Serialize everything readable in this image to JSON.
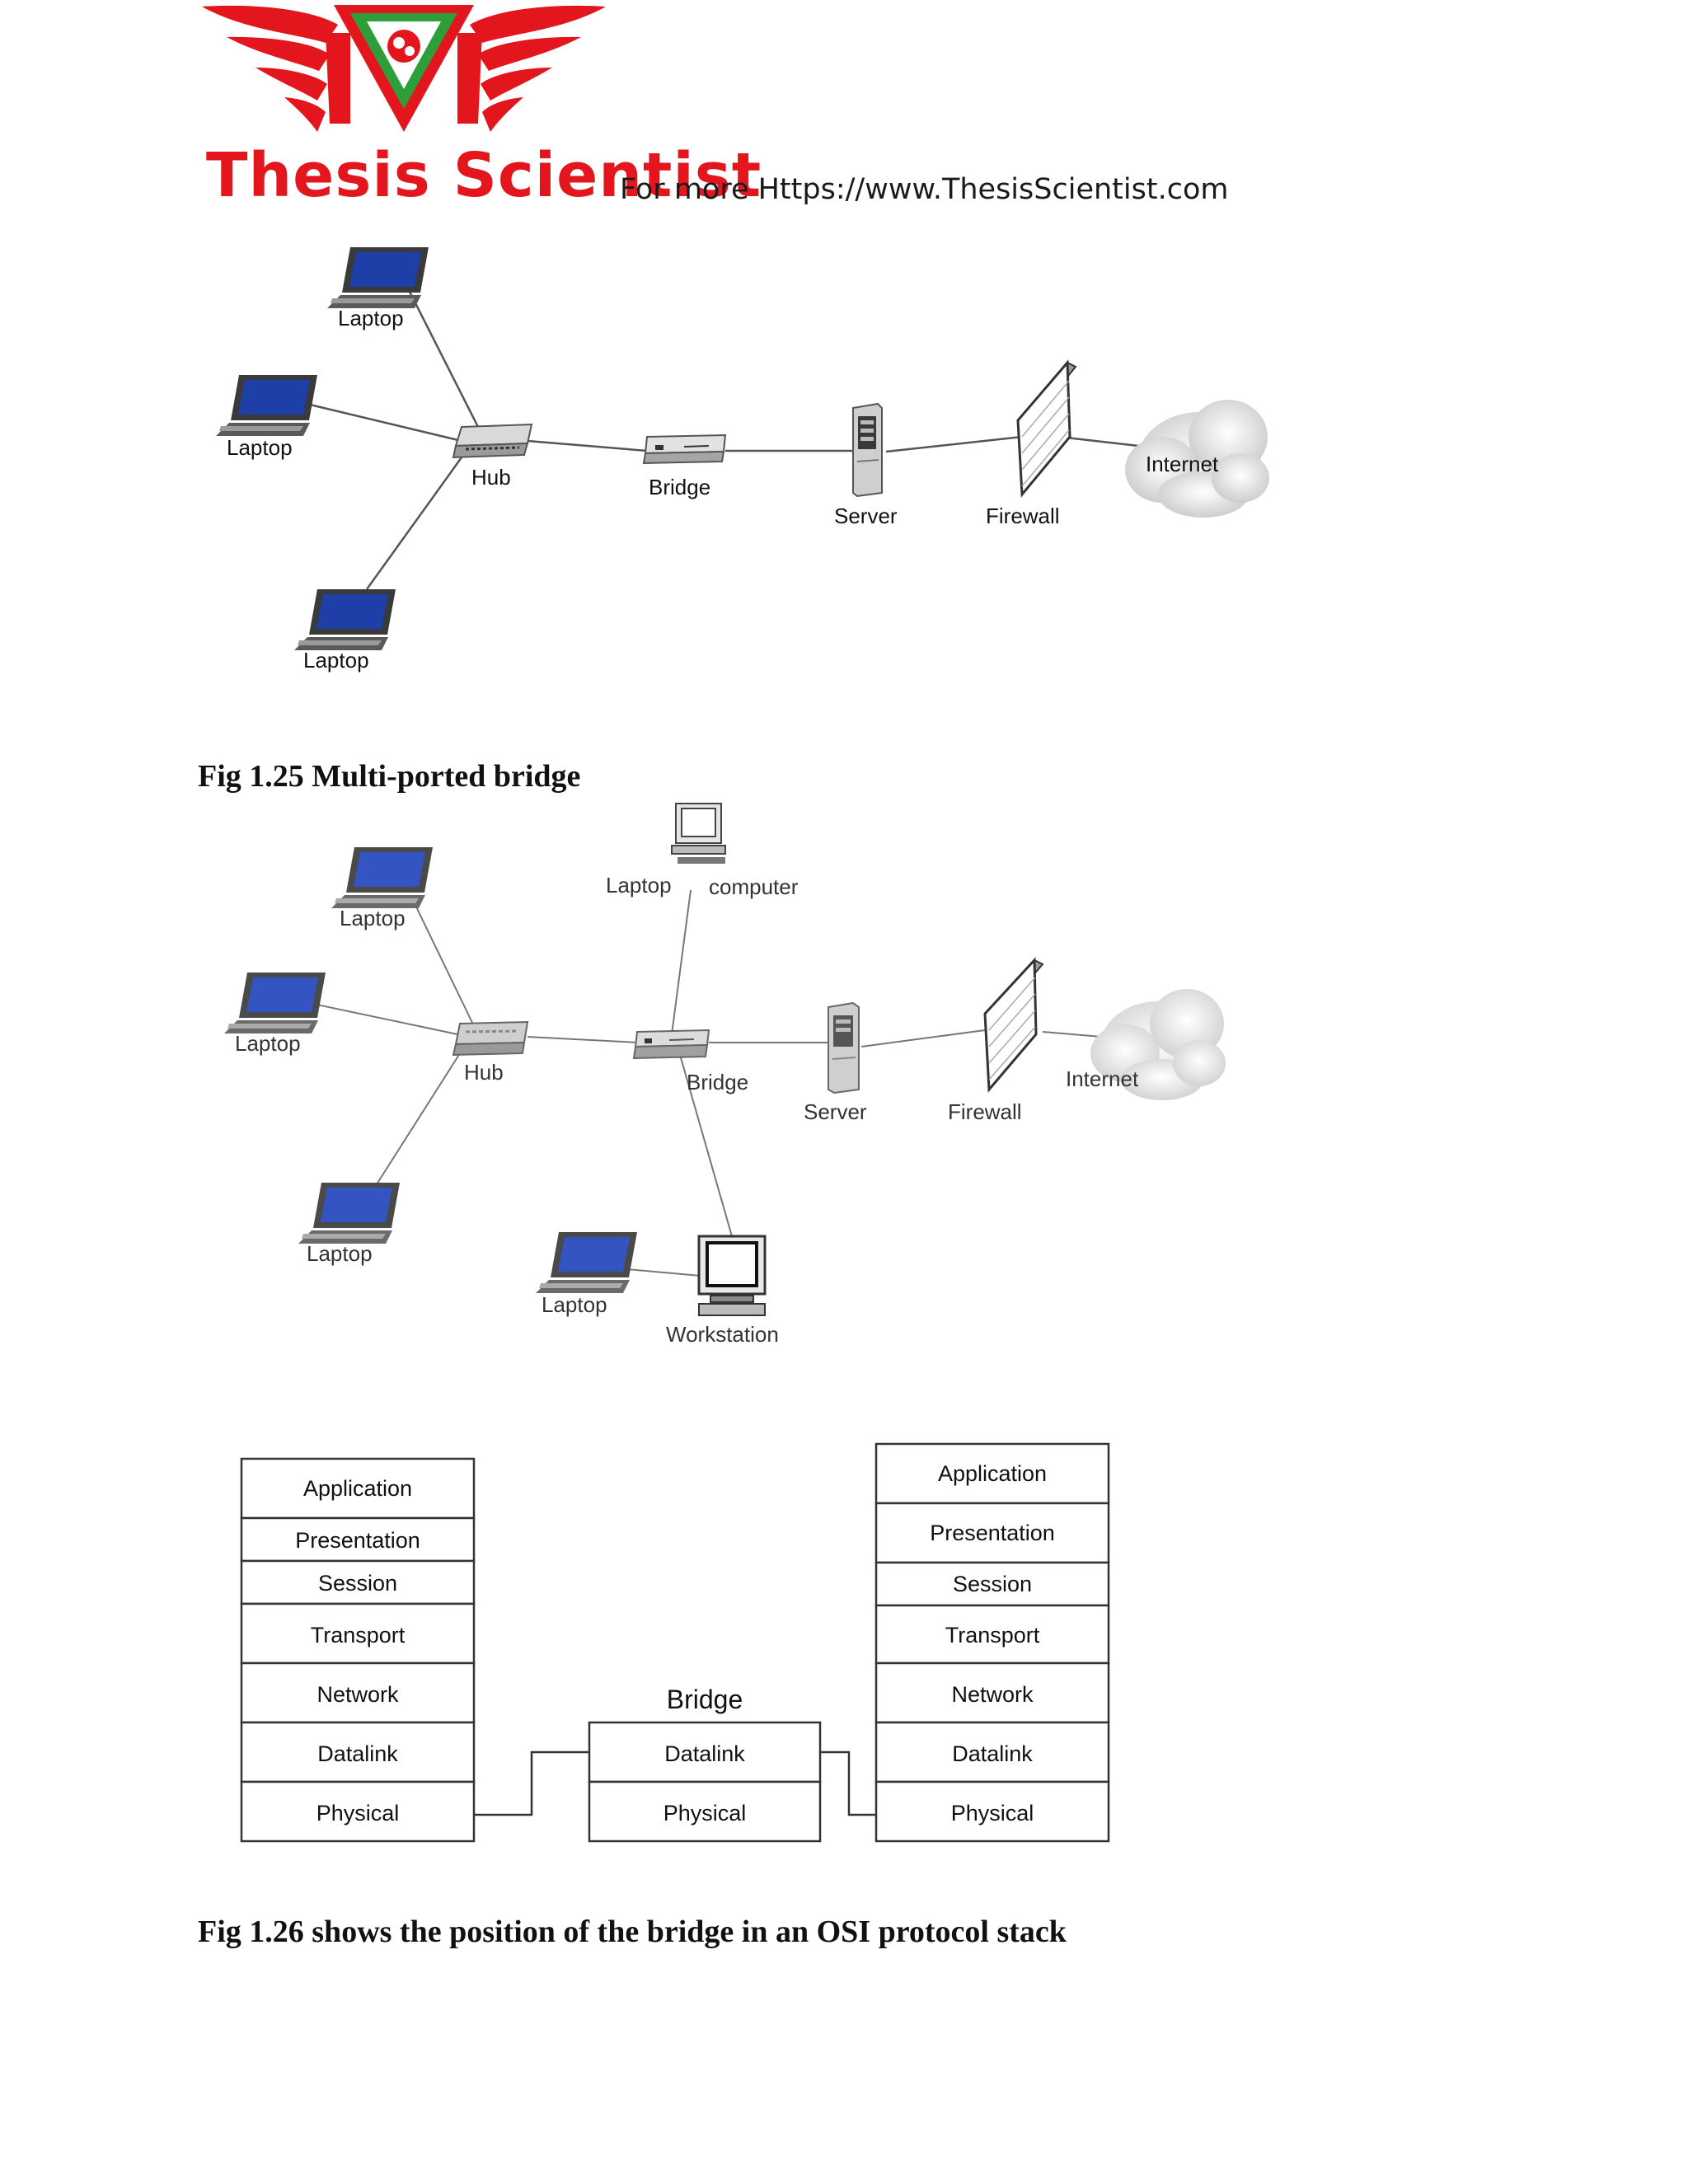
{
  "header": {
    "brand_name": "Thesis Scientist",
    "link_text": "For more Https://www.ThesisScientist.com",
    "logo_icon": "thesis-scientist-winged-triangle-logo"
  },
  "figure_1": {
    "labels": {
      "laptop_top": "Laptop",
      "laptop_left": "Laptop",
      "laptop_bottom": "Laptop",
      "hub": "Hub",
      "bridge": "Bridge",
      "server": "Server",
      "firewall": "Firewall",
      "internet": "Internet"
    },
    "caption": "Fig 1.25 Multi-ported bridge"
  },
  "figure_2": {
    "labels": {
      "laptop_top": "Laptop",
      "laptop_left": "Laptop",
      "laptop_bottom": "Laptop",
      "hub": "Hub",
      "laptop_center": "Laptop",
      "computer": "computer",
      "bridge": "Bridge",
      "server": "Server",
      "firewall": "Firewall",
      "internet": "Internet",
      "laptop_workstation": "Laptop",
      "workstation": "Workstation"
    }
  },
  "figure_3": {
    "left_stack": [
      "Application",
      "Presentation",
      "Session",
      "Transport",
      "Network",
      "Datalink",
      "Physical"
    ],
    "bridge_title": "Bridge",
    "bridge_stack": [
      "Datalink",
      "Physical"
    ],
    "right_stack": [
      "Application",
      "Presentation",
      "Session",
      "Transport",
      "Network",
      "Datalink",
      "Physical"
    ],
    "caption": "Fig 1.26 shows the position of the bridge in an OSI protocol stack"
  },
  "colors": {
    "brand_red": "#e3161e",
    "logo_green": "#2e9e3a",
    "screen_blue": "#1f3fa8"
  }
}
